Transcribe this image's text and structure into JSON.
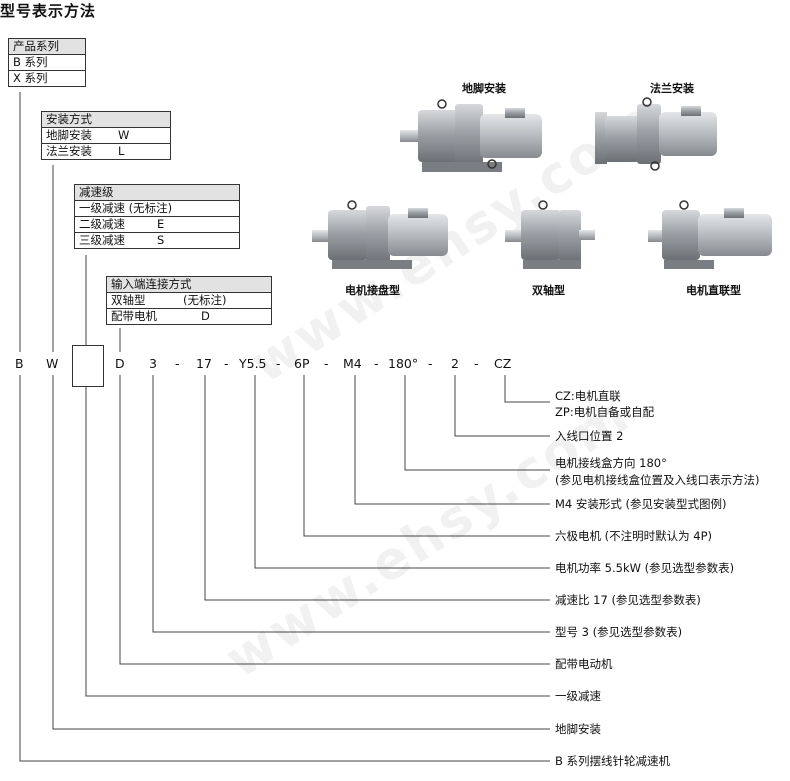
{
  "title": "型号表示方法",
  "watermark": "www.ehsy.com",
  "tables": {
    "series": {
      "header": "产品系列",
      "rows": [
        {
          "name": "B  系列",
          "val": ""
        },
        {
          "name": "X  系列",
          "val": ""
        }
      ]
    },
    "mount": {
      "header": "安装方式",
      "rows": [
        {
          "name": "地脚安装",
          "val": "W"
        },
        {
          "name": "法兰安装",
          "val": "L"
        }
      ]
    },
    "stage": {
      "header": "减速级",
      "rows": [
        {
          "name": "一级减速  (无标注)",
          "val": ""
        },
        {
          "name": "二级减速",
          "val": "E"
        },
        {
          "name": "三级减速",
          "val": "S"
        }
      ]
    },
    "input": {
      "header": "输入端连接方式",
      "rows": [
        {
          "name": "双轴型",
          "val": "(无标注)"
        },
        {
          "name": "配带电机",
          "val": "D"
        }
      ]
    }
  },
  "code": [
    "B",
    "W",
    "D",
    "3",
    "-",
    "17",
    "-",
    "Y5.5",
    "-",
    "6P",
    "-",
    "M4",
    "-",
    "180°",
    "-",
    "2",
    "-",
    "CZ"
  ],
  "labels": {
    "cz1": "CZ:电机直联",
    "cz2": "ZP:电机自备或自配",
    "inlet": "入线口位置 2",
    "box1": "电机接线盒方向 180°",
    "box2": "(参见电机接线盒位置及入线口表示方法)",
    "m4": "M4 安装形式 (参见安装型式图例)",
    "poles": "六极电机 (不注明时默认为 4P)",
    "power": "电机功率 5.5kW (参见选型参数表)",
    "ratio": "减速比 17 (参见选型参数表)",
    "size": "型号 3 (参见选型参数表)",
    "motor": "配带电动机",
    "stage1": "一级减速",
    "foot": "地脚安装",
    "series": "B 系列摆线针轮减速机"
  },
  "products": {
    "foot": "地脚安装",
    "flange": "法兰安装",
    "motorplate": "电机接盘型",
    "dualshaft": "双轴型",
    "direct": "电机直联型"
  }
}
